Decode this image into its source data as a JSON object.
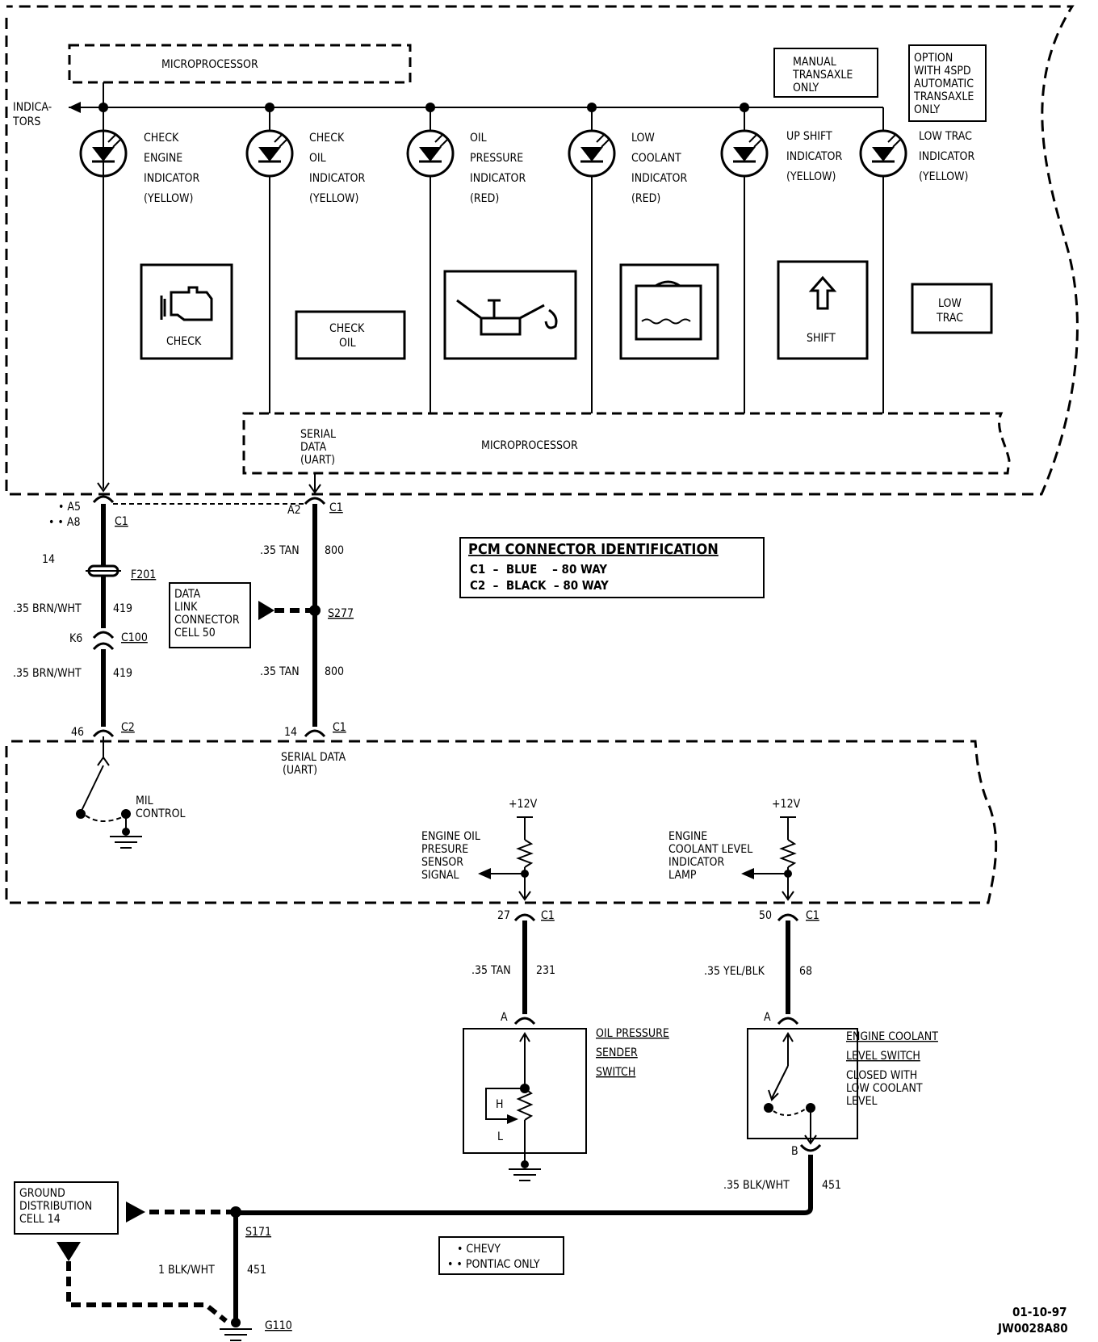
{
  "top_box": {
    "microprocessor_label": "MICROPROCESSOR",
    "indicators_line1": "INDICA-",
    "indicators_line2": "TORS",
    "manual_note": [
      "MANUAL",
      "TRANSAXLE",
      "ONLY"
    ],
    "option_note": [
      "OPTION",
      "WITH 4SPD",
      "AUTOMATIC",
      "TRANSAXLE",
      "ONLY"
    ],
    "lamps": [
      {
        "lines": [
          "CHECK",
          "ENGINE",
          "INDICATOR",
          "(YELLOW)"
        ]
      },
      {
        "lines": [
          "CHECK",
          "OIL",
          "INDICATOR",
          "(YELLOW)"
        ]
      },
      {
        "lines": [
          "OIL",
          "PRESSURE",
          "INDICATOR",
          "(RED)"
        ]
      },
      {
        "lines": [
          "LOW",
          "COOLANT",
          "INDICATOR",
          "(RED)"
        ]
      },
      {
        "lines": [
          "UP SHIFT",
          "INDICATOR",
          "(YELLOW)"
        ]
      },
      {
        "lines": [
          "LOW TRAC",
          "INDICATOR",
          "(YELLOW)"
        ]
      }
    ],
    "symbols": {
      "check_engine": "CHECK",
      "check_oil": [
        "CHECK",
        "OIL"
      ],
      "shift": "SHIFT",
      "low_trac": [
        "LOW",
        "TRAC"
      ]
    },
    "serial_data": [
      "SERIAL",
      "DATA",
      "(UART)"
    ],
    "microprocessor2_label": "MICROPROCESSOR"
  },
  "left_circuit": {
    "pin_a5": "• A5",
    "pin_a8": "• • A8",
    "conn_c1": "C1",
    "num14": "14",
    "fuse": "F201",
    "wire1_gauge": ".35 BRN/WHT",
    "wire1_num": "419",
    "pin_k6": "K6",
    "conn_c100": "C100",
    "wire2_gauge": ".35 BRN/WHT",
    "wire2_num": "419",
    "pin_46": "46",
    "conn_c2": "C2"
  },
  "dlc": {
    "lines": [
      "DATA",
      "LINK",
      "CONNECTOR",
      "CELL  50"
    ]
  },
  "serial_circuit": {
    "pin_a2": "A2",
    "conn_c1": "C1",
    "wire1_gauge": ".35  TAN",
    "wire1_num": "800",
    "splice": "S277",
    "wire2_gauge": ".35  TAN",
    "wire2_num": "800",
    "pin_14": "14",
    "conn_c1b": "C1",
    "serial_label": [
      "SERIAL  DATA",
      "(UART)"
    ]
  },
  "pcm_id": {
    "title": "PCM CONNECTOR IDENTIFICATION",
    "row1": "C1  –  BLUE    – 80 WAY",
    "row2": "C2  –  BLACK  – 80 WAY"
  },
  "lower_box": {
    "mil": [
      "MIL",
      "CONTROL"
    ],
    "plus12a": "+12V",
    "plus12b": "+12V",
    "oil_signal": [
      "ENGINE OIL",
      "PRESURE",
      "SENSOR",
      "SIGNAL"
    ],
    "coolant_lamp": [
      "ENGINE",
      "COOLANT LEVEL",
      "INDICATOR",
      "LAMP"
    ]
  },
  "oil_circuit": {
    "pin": "27",
    "conn": "C1",
    "gauge": ".35  TAN",
    "num": "231",
    "pin_a": "A",
    "sender": [
      "OIL  PRESSURE",
      "SENDER",
      "SWITCH"
    ],
    "h": "H",
    "l": "L"
  },
  "coolant_circuit": {
    "pin": "50",
    "conn": "C1",
    "gauge": ".35  YEL/BLK",
    "num": "68",
    "pin_a": "A",
    "pin_b": "B",
    "switch": [
      "ENGINE  COOLANT",
      "LEVEL  SWITCH",
      "CLOSED  WITH",
      "LOW  COOLANT",
      "LEVEL"
    ],
    "gauge2": ".35  BLK/WHT",
    "num2": "451"
  },
  "ground": {
    "box": [
      "GROUND",
      "DISTRIBUTION",
      "CELL  14"
    ],
    "splice": "S171",
    "gauge": "1  BLK/WHT",
    "num": "451",
    "g": "G110"
  },
  "legend": {
    "line1": "•  CHEVY",
    "line2": "• •  PONTIAC ONLY"
  },
  "stamp": {
    "date": "01-10-97",
    "code": "JW0028A80"
  }
}
